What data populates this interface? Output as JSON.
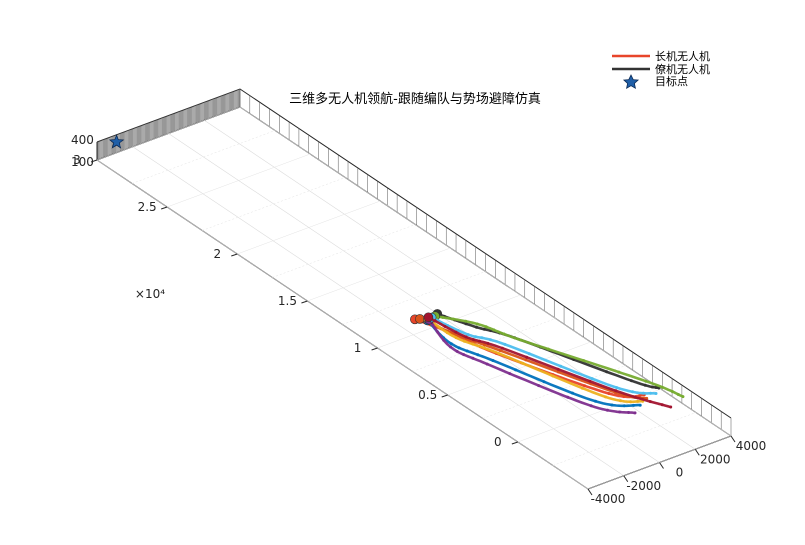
{
  "chart_data": {
    "type": "line",
    "title": "三维多无人机领航-跟随编队与势场避障仿真",
    "xlabel": "",
    "ylabel": "",
    "zlabel": "",
    "view": "3d",
    "grid": true,
    "legend_position": "top-right",
    "exponent_label": "×10⁴",
    "x_ticks": [
      "-4000",
      "-2000",
      "0",
      "2000",
      "4000"
    ],
    "y_ticks": [
      "0",
      "0.5",
      "1",
      "1.5",
      "2",
      "2.5",
      "3"
    ],
    "z_ticks": [
      "100",
      "400"
    ],
    "xlim": [
      -4000,
      4000
    ],
    "ylim": [
      -5000,
      30000
    ],
    "zlim": [
      100,
      400
    ],
    "legend": [
      {
        "label": "长机无人机",
        "color": "#e8452a",
        "symbol": "line"
      },
      {
        "label": "僚机无人机",
        "color": "#333333",
        "symbol": "line"
      },
      {
        "label": "目标点",
        "color": "#1f5fa8",
        "symbol": "star"
      }
    ],
    "target": {
      "x": -3300,
      "y": 29500,
      "z": 400
    },
    "series": [
      {
        "color": "#e8452a",
        "x": [
          2600,
          1400,
          -500,
          -1000,
          -1600
        ],
        "y": [
          -600,
          400,
          6000,
          8500,
          10400
        ]
      },
      {
        "color": "#333333",
        "x": [
          3500,
          2900,
          1000,
          200,
          -500
        ],
        "y": [
          -500,
          700,
          6600,
          8300,
          10200
        ]
      },
      {
        "color": "#0072bd",
        "x": [
          1900,
          500,
          -1000,
          -1600,
          -1200
        ],
        "y": [
          -1200,
          200,
          5600,
          7800,
          10000
        ]
      },
      {
        "color": "#d95319",
        "x": [
          2500,
          1700,
          -200,
          -900,
          -1400
        ],
        "y": [
          -900,
          300,
          6100,
          8200,
          10300
        ]
      },
      {
        "color": "#edb120",
        "x": [
          2200,
          1100,
          -400,
          -1100,
          -1100
        ],
        "y": [
          -1000,
          250,
          5900,
          8100,
          10100
        ]
      },
      {
        "color": "#7e2f8e",
        "x": [
          1300,
          100,
          -1400,
          -1800,
          -1100
        ],
        "y": [
          -1600,
          0,
          5500,
          7600,
          10000
        ]
      },
      {
        "color": "#77ac30",
        "x": [
          3900,
          3400,
          1100,
          400,
          -700
        ],
        "y": [
          -1700,
          300,
          6300,
          8500,
          10100
        ]
      },
      {
        "color": "#4dbeee",
        "x": [
          3100,
          2000,
          300,
          -500,
          -900
        ],
        "y": [
          -800,
          600,
          6400,
          8000,
          10100
        ]
      },
      {
        "color": "#a2142f",
        "x": [
          2900,
          1800,
          0,
          -700,
          -1000
        ],
        "y": [
          -2100,
          400,
          6200,
          7900,
          10200
        ]
      }
    ]
  }
}
